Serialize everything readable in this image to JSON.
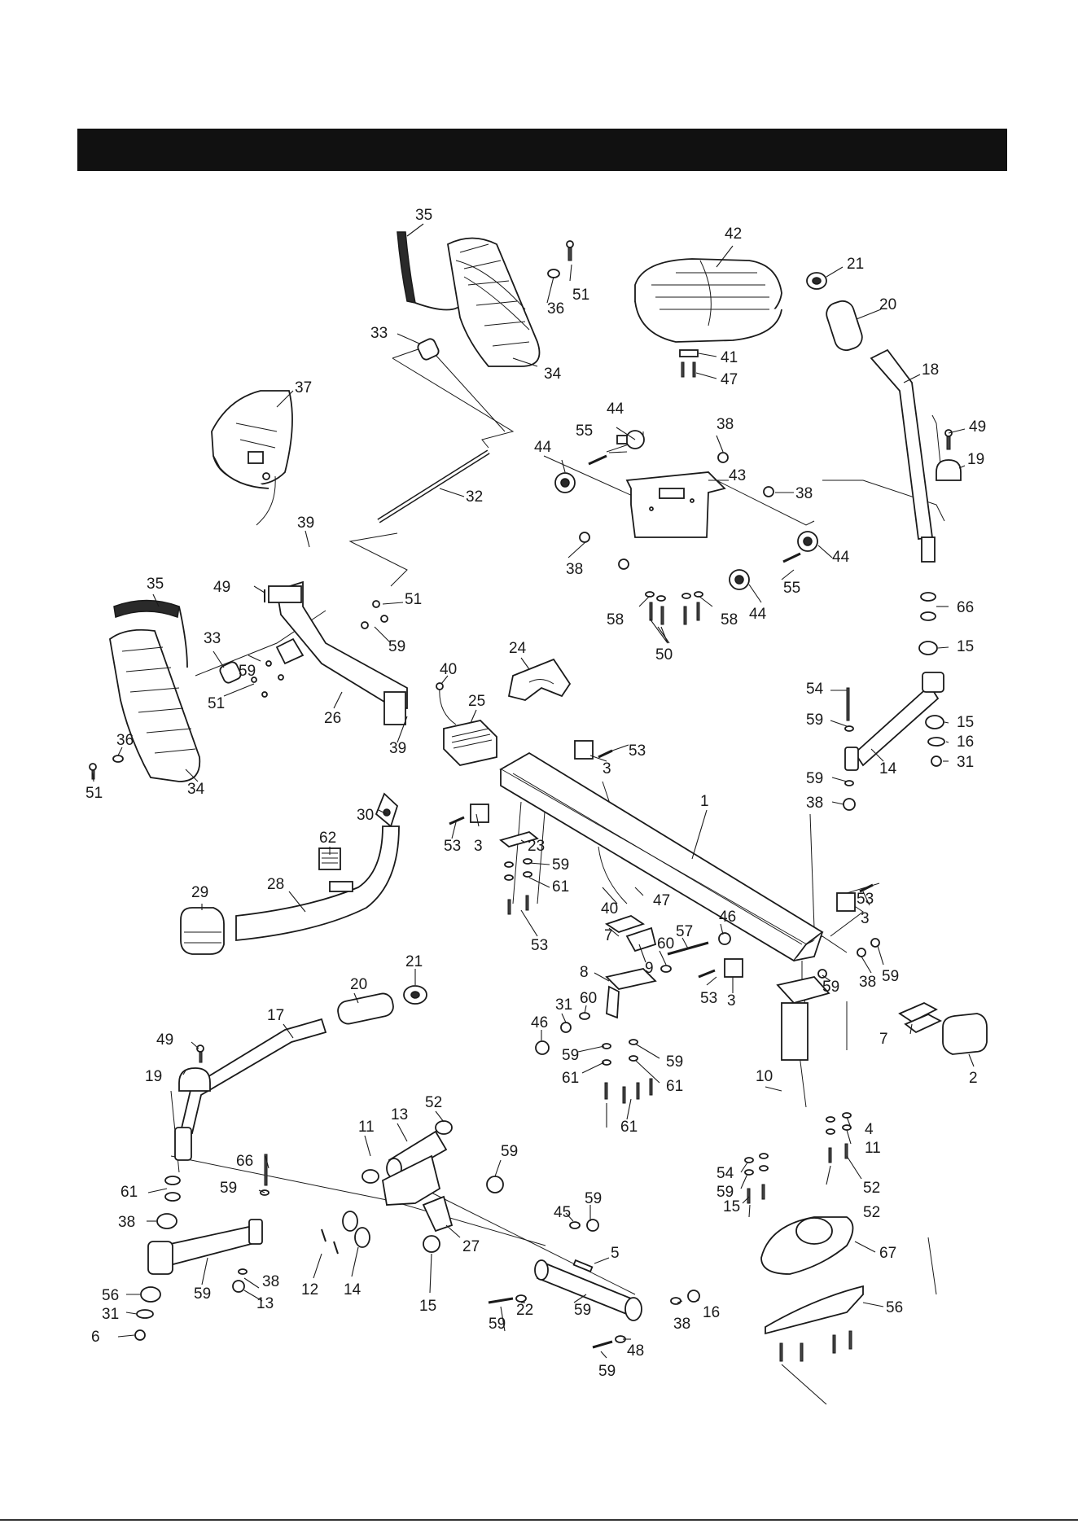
{
  "header": {
    "title": ""
  },
  "callouts": [
    {
      "id": "c35a",
      "label": "35"
    },
    {
      "id": "c36a",
      "label": "36"
    },
    {
      "id": "c51a",
      "label": "51"
    },
    {
      "id": "c33a",
      "label": "33"
    },
    {
      "id": "c34a",
      "label": "34"
    },
    {
      "id": "c42",
      "label": "42"
    },
    {
      "id": "c41",
      "label": "41"
    },
    {
      "id": "c47a",
      "label": "47"
    },
    {
      "id": "c21a",
      "label": "21"
    },
    {
      "id": "c20a",
      "label": "20"
    },
    {
      "id": "c18",
      "label": "18"
    },
    {
      "id": "c37",
      "label": "37"
    },
    {
      "id": "c32",
      "label": "32"
    },
    {
      "id": "c44a",
      "label": "44"
    },
    {
      "id": "c55a",
      "label": "55"
    },
    {
      "id": "c44b",
      "label": "44"
    },
    {
      "id": "c38a",
      "label": "38"
    },
    {
      "id": "c43",
      "label": "43"
    },
    {
      "id": "c38b",
      "label": "38"
    },
    {
      "id": "c49a",
      "label": "49"
    },
    {
      "id": "c19a",
      "label": "19"
    },
    {
      "id": "c39a",
      "label": "39"
    },
    {
      "id": "c49b",
      "label": "49"
    },
    {
      "id": "c35b",
      "label": "35"
    },
    {
      "id": "c51b",
      "label": "51"
    },
    {
      "id": "c59a",
      "label": "59"
    },
    {
      "id": "c33b",
      "label": "33"
    },
    {
      "id": "c59b",
      "label": "59"
    },
    {
      "id": "c51c",
      "label": "51"
    },
    {
      "id": "c26",
      "label": "26"
    },
    {
      "id": "c39b",
      "label": "39"
    },
    {
      "id": "c51d",
      "label": "51"
    },
    {
      "id": "c36b",
      "label": "36"
    },
    {
      "id": "c34b",
      "label": "34"
    },
    {
      "id": "c38c",
      "label": "38"
    },
    {
      "id": "c44c",
      "label": "44"
    },
    {
      "id": "c55b",
      "label": "55"
    },
    {
      "id": "c44d",
      "label": "44"
    },
    {
      "id": "c58a",
      "label": "58"
    },
    {
      "id": "c58b",
      "label": "58"
    },
    {
      "id": "c50",
      "label": "50"
    },
    {
      "id": "c66a",
      "label": "66"
    },
    {
      "id": "c15a",
      "label": "15"
    },
    {
      "id": "c24",
      "label": "24"
    },
    {
      "id": "c40a",
      "label": "40"
    },
    {
      "id": "c25",
      "label": "25"
    },
    {
      "id": "c54a",
      "label": "54"
    },
    {
      "id": "c59c",
      "label": "59"
    },
    {
      "id": "c15b",
      "label": "15"
    },
    {
      "id": "c16a",
      "label": "16"
    },
    {
      "id": "c31a",
      "label": "31"
    },
    {
      "id": "c14a",
      "label": "14"
    },
    {
      "id": "c59d",
      "label": "59"
    },
    {
      "id": "c38d",
      "label": "38"
    },
    {
      "id": "c53a",
      "label": "53"
    },
    {
      "id": "c3a",
      "label": "3"
    },
    {
      "id": "c30",
      "label": "30"
    },
    {
      "id": "c1",
      "label": "1"
    },
    {
      "id": "c62",
      "label": "62"
    },
    {
      "id": "c53b",
      "label": "53"
    },
    {
      "id": "c3b",
      "label": "3"
    },
    {
      "id": "c23",
      "label": "23"
    },
    {
      "id": "c59e",
      "label": "59"
    },
    {
      "id": "c61a",
      "label": "61"
    },
    {
      "id": "c29",
      "label": "29"
    },
    {
      "id": "c28",
      "label": "28"
    },
    {
      "id": "c40b",
      "label": "40"
    },
    {
      "id": "c47b",
      "label": "47"
    },
    {
      "id": "c53c",
      "label": "53"
    },
    {
      "id": "c3c",
      "label": "3"
    },
    {
      "id": "c53d",
      "label": "53"
    },
    {
      "id": "c7a",
      "label": "7"
    },
    {
      "id": "c46a",
      "label": "46"
    },
    {
      "id": "c57",
      "label": "57"
    },
    {
      "id": "c9",
      "label": "9"
    },
    {
      "id": "c60a",
      "label": "60"
    },
    {
      "id": "c21b",
      "label": "21"
    },
    {
      "id": "c20b",
      "label": "20"
    },
    {
      "id": "c8",
      "label": "8"
    },
    {
      "id": "c53e",
      "label": "53"
    },
    {
      "id": "c3d",
      "label": "3"
    },
    {
      "id": "c38e",
      "label": "38"
    },
    {
      "id": "c59f",
      "label": "59"
    },
    {
      "id": "c59g",
      "label": "59"
    },
    {
      "id": "c17",
      "label": "17"
    },
    {
      "id": "c60b",
      "label": "60"
    },
    {
      "id": "c31b",
      "label": "31"
    },
    {
      "id": "c46b",
      "label": "46"
    },
    {
      "id": "c7b",
      "label": "7"
    },
    {
      "id": "c2",
      "label": "2"
    },
    {
      "id": "c49c",
      "label": "49"
    },
    {
      "id": "c19b",
      "label": "19"
    },
    {
      "id": "c59h",
      "label": "59"
    },
    {
      "id": "c59i",
      "label": "59"
    },
    {
      "id": "c61b",
      "label": "61"
    },
    {
      "id": "c61c",
      "label": "61"
    },
    {
      "id": "c4",
      "label": "4"
    },
    {
      "id": "c11a",
      "label": "11"
    },
    {
      "id": "c10",
      "label": "10"
    },
    {
      "id": "c11b",
      "label": "11"
    },
    {
      "id": "c13a",
      "label": "13"
    },
    {
      "id": "c52a",
      "label": "52"
    },
    {
      "id": "c59j",
      "label": "59"
    },
    {
      "id": "c61d",
      "label": "61"
    },
    {
      "id": "c54b",
      "label": "54"
    },
    {
      "id": "c59k",
      "label": "59"
    },
    {
      "id": "c66b",
      "label": "66"
    },
    {
      "id": "c59l",
      "label": "59"
    },
    {
      "id": "c61e",
      "label": "61"
    },
    {
      "id": "c52b",
      "label": "52"
    },
    {
      "id": "c52c",
      "label": "52"
    },
    {
      "id": "c15c",
      "label": "15"
    },
    {
      "id": "c38f",
      "label": "38"
    },
    {
      "id": "c59m",
      "label": "59"
    },
    {
      "id": "c45",
      "label": "45"
    },
    {
      "id": "c27",
      "label": "27"
    },
    {
      "id": "c5",
      "label": "5"
    },
    {
      "id": "c67",
      "label": "67"
    },
    {
      "id": "c12",
      "label": "12"
    },
    {
      "id": "c14b",
      "label": "14"
    },
    {
      "id": "c59n",
      "label": "59"
    },
    {
      "id": "c38g",
      "label": "38"
    },
    {
      "id": "c13b",
      "label": "13"
    },
    {
      "id": "c15d",
      "label": "15"
    },
    {
      "id": "c56a",
      "label": "56"
    },
    {
      "id": "c59o",
      "label": "59"
    },
    {
      "id": "c22",
      "label": "22"
    },
    {
      "id": "c59p",
      "label": "59"
    },
    {
      "id": "c38h",
      "label": "38"
    },
    {
      "id": "c16b",
      "label": "16"
    },
    {
      "id": "c31c",
      "label": "31"
    },
    {
      "id": "c6",
      "label": "6"
    },
    {
      "id": "c56b",
      "label": "56"
    },
    {
      "id": "c59q",
      "label": "59"
    },
    {
      "id": "c48",
      "label": "48"
    }
  ]
}
